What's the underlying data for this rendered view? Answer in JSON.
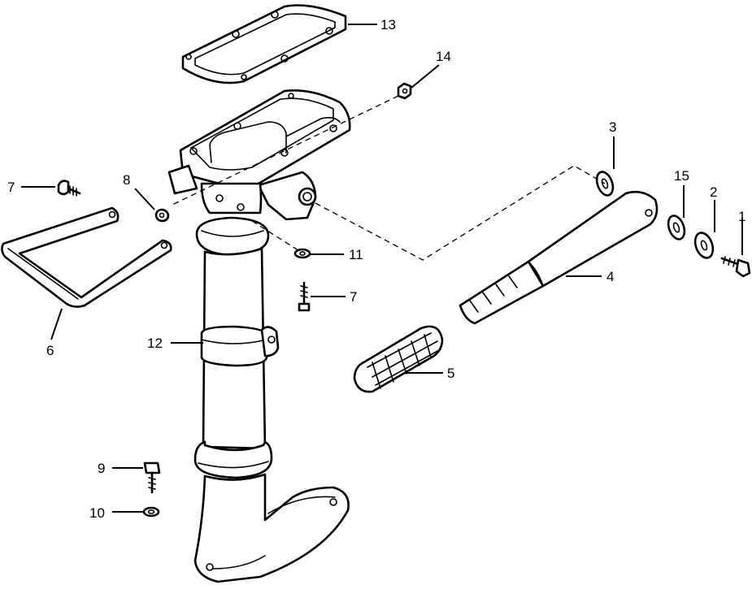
{
  "callouts": [
    {
      "id": "c1",
      "text": "1"
    },
    {
      "id": "c2",
      "text": "2"
    },
    {
      "id": "c3",
      "text": "3"
    },
    {
      "id": "c4",
      "text": "4"
    },
    {
      "id": "c5",
      "text": "5"
    },
    {
      "id": "c6",
      "text": "6"
    },
    {
      "id": "c7a",
      "text": "7"
    },
    {
      "id": "c7b",
      "text": "7"
    },
    {
      "id": "c8",
      "text": "8"
    },
    {
      "id": "c9",
      "text": "9"
    },
    {
      "id": "c10",
      "text": "10"
    },
    {
      "id": "c11",
      "text": "11"
    },
    {
      "id": "c12",
      "text": "12"
    },
    {
      "id": "c13",
      "text": "13"
    },
    {
      "id": "c14",
      "text": "14"
    },
    {
      "id": "c15",
      "text": "15"
    }
  ]
}
